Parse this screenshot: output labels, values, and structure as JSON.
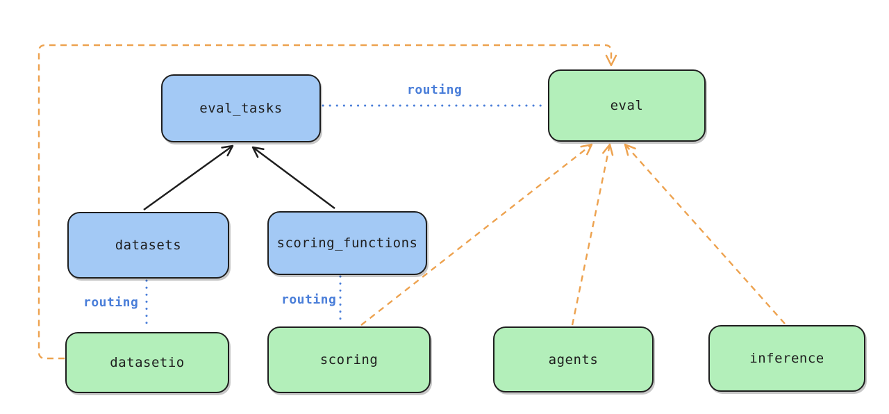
{
  "diagram": {
    "nodes": {
      "eval_tasks": {
        "label": "eval_tasks",
        "fill": "#a3c9f5"
      },
      "eval": {
        "label": "eval",
        "fill": "#b3efba"
      },
      "datasets": {
        "label": "datasets",
        "fill": "#a3c9f5"
      },
      "scoring_functions": {
        "label": "scoring_functions",
        "fill": "#a3c9f5"
      },
      "datasetio": {
        "label": "datasetio",
        "fill": "#b3efba"
      },
      "scoring": {
        "label": "scoring",
        "fill": "#b3efba"
      },
      "agents": {
        "label": "agents",
        "fill": "#b3efba"
      },
      "inference": {
        "label": "inference",
        "fill": "#b3efba"
      }
    },
    "edge_labels": {
      "routing_top": "routing",
      "routing_datasets": "routing",
      "routing_scoring": "routing"
    },
    "colors": {
      "node_blue": "#a3c9f5",
      "node_green": "#b3efba",
      "node_stroke": "#1e1e1e",
      "routing_blue": "#4a7ed9",
      "dependency_orange": "#eda24f",
      "background": "#ffffff"
    }
  }
}
